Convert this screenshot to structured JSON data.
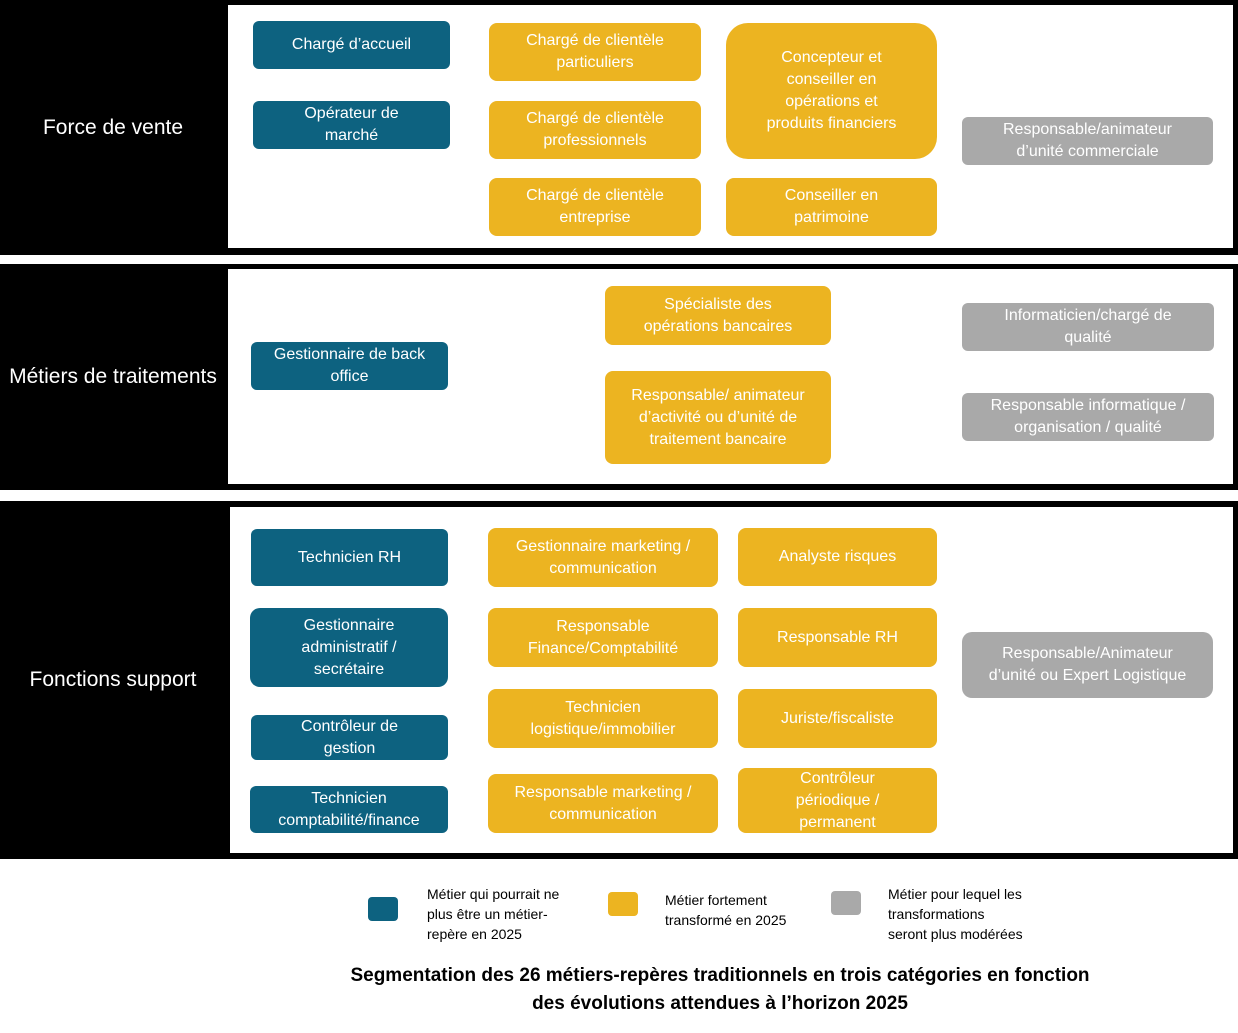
{
  "sections": {
    "vente": {
      "label": "Force de vente",
      "teal": [
        "Chargé d’accueil",
        "Opérateur de\nmarché"
      ],
      "yellow": [
        "Chargé de clientèle\nparticuliers",
        "Chargé de clientèle\nprofessionnels",
        "Chargé de clientèle\nentreprise",
        "Concepteur et\nconseiller en\nopérations et\nproduits financiers",
        "Conseiller en\npatrimoine"
      ],
      "gray": [
        "Responsable/animateur\nd’unité commerciale"
      ]
    },
    "traitements": {
      "label": "Métiers de\ntraitements",
      "teal": [
        "Gestionnaire de back\noffice"
      ],
      "yellow": [
        "Spécialiste des\nopérations bancaires",
        "Responsable/ animateur\nd’activité ou d’unité de\ntraitement bancaire"
      ],
      "gray": [
        "Informaticien/chargé de\nqualité",
        "Responsable informatique /\norganisation / qualité"
      ]
    },
    "support": {
      "label": "Fonctions support",
      "teal": [
        "Technicien RH",
        "Gestionnaire\nadministratif /\nsecrétaire",
        "Contrôleur de\ngestion",
        "Technicien\ncomptabilité/finance"
      ],
      "yellow": [
        "Gestionnaire marketing /\ncommunication",
        "Responsable\nFinance/Comptabilité",
        "Technicien\nlogistique/immobilier",
        "Responsable marketing /\ncommunication",
        "Analyste risques",
        "Responsable RH",
        "Juriste/fiscaliste",
        "Contrôleur\npériodique /\npermanent"
      ],
      "gray": [
        "Responsable/Animateur\nd’unité ou Expert Logistique"
      ]
    }
  },
  "legend": {
    "teal": "Métier qui pourrait ne\nplus être un métier-\nrepère en 2025",
    "yellow": "Métier fortement\ntransformé en 2025",
    "gray": "Métier pour lequel les\ntransformations\nseront plus modérées"
  },
  "colors": {
    "teal": "#0d6280",
    "yellow": "#ecb421",
    "gray": "#a9a9a9",
    "band": "#000000"
  },
  "caption": "Segmentation des 26 métiers-repères traditionnels en trois catégories en fonction\ndes évolutions attendues à l’horizon 2025"
}
